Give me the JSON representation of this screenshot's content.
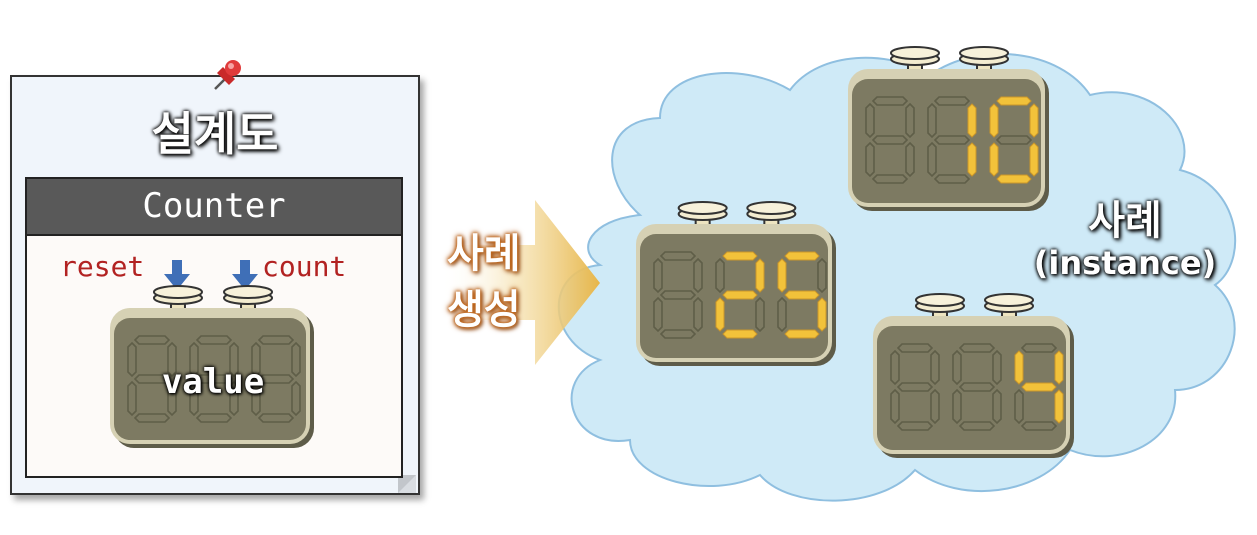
{
  "blueprint": {
    "title": "설계도",
    "class_name": "Counter",
    "members": {
      "reset": "reset",
      "count": "count",
      "value": "value"
    }
  },
  "arrow": {
    "line1": "사례",
    "line2": "생성"
  },
  "instances_label": {
    "korean": "사례",
    "english": "(instance)"
  },
  "counters": [
    {
      "name": "blueprint",
      "digits": [
        "8",
        "8",
        "8"
      ],
      "lit": [
        false,
        false,
        false
      ]
    },
    {
      "name": "instance-25",
      "digits": [
        "8",
        "2",
        "5"
      ],
      "lit": [
        false,
        true,
        true
      ]
    },
    {
      "name": "instance-10",
      "digits": [
        "8",
        "1",
        "0"
      ],
      "lit": [
        false,
        true,
        true
      ]
    },
    {
      "name": "instance-4",
      "digits": [
        "8",
        "8",
        "4"
      ],
      "lit": [
        false,
        false,
        true
      ]
    }
  ],
  "colors": {
    "lit_segment": "#f2c23a",
    "unlit_segment": "#5f5e48",
    "counter_face": "#7d7a62",
    "cloud_fill": "#cfeaf7",
    "cloud_stroke": "#8fbfe0",
    "member_text": "#b22222",
    "push_arrow": "#3f6fb7"
  },
  "icons": {
    "pin": "pushpin-icon",
    "button": "knob-button-icon"
  }
}
